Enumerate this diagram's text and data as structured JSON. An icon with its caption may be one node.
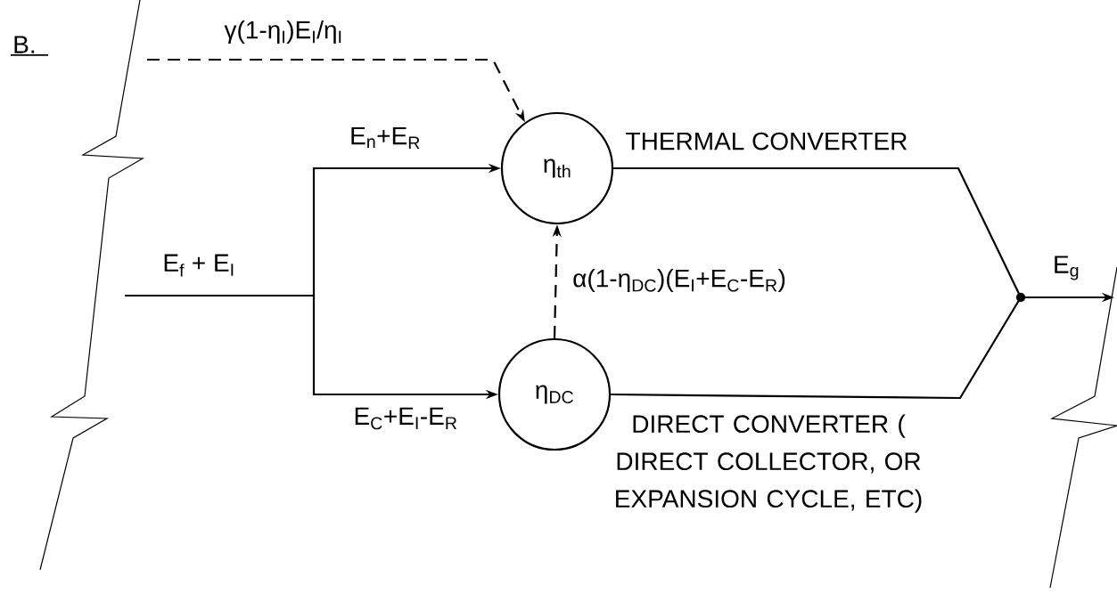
{
  "diagram": {
    "nodes": [
      {
        "text": [
          "η$_{th}$"
        ],
        "beside": [
          "THERMAL CONVERTER"
        ]
      },
      {
        "text": [
          "η$_{DC}$"
        ],
        "beside": [
          "DIRECT CONVERTER ( DIRECT COLLECTOR, OR EXPANSION CYCLE, ETC)"
        ]
      },
      {
        "text": [],
        "shape": "circle"
      }
    ],
    "edges": [
      {
        "from": null,
        "to": 0,
        "arrow": "to",
        "label": "E$_{n}$+E$_{R}$"
      },
      {
        "from": null,
        "to": 1,
        "arrow": "to",
        "label": "E$_{C}$+E$_{I}$-E$_{R}$"
      },
      {
        "from": null,
        "to": 0,
        "arrow": "to",
        "style": "dashed",
        "label": "γ(1-η$_{I}$)E$_{I}$/η$_{I}$"
      },
      {
        "from": 1,
        "to": 0,
        "arrow": "to",
        "style": "dashed",
        "label": "α(1-η$_{DC}$)(E$_{I}$+E$_{C}$-E$_{R}$)"
      },
      {
        "from": 0,
        "to": 2,
        "arrow": "none"
      },
      {
        "from": 1,
        "to": 2,
        "arrow": "none"
      },
      {
        "from": 2,
        "to": null,
        "arrow": "to",
        "label": "E$_{g}$"
      }
    ],
    "labels": [
      "B.",
      "E$_{f}$ + E$_{I}$"
    ]
  }
}
